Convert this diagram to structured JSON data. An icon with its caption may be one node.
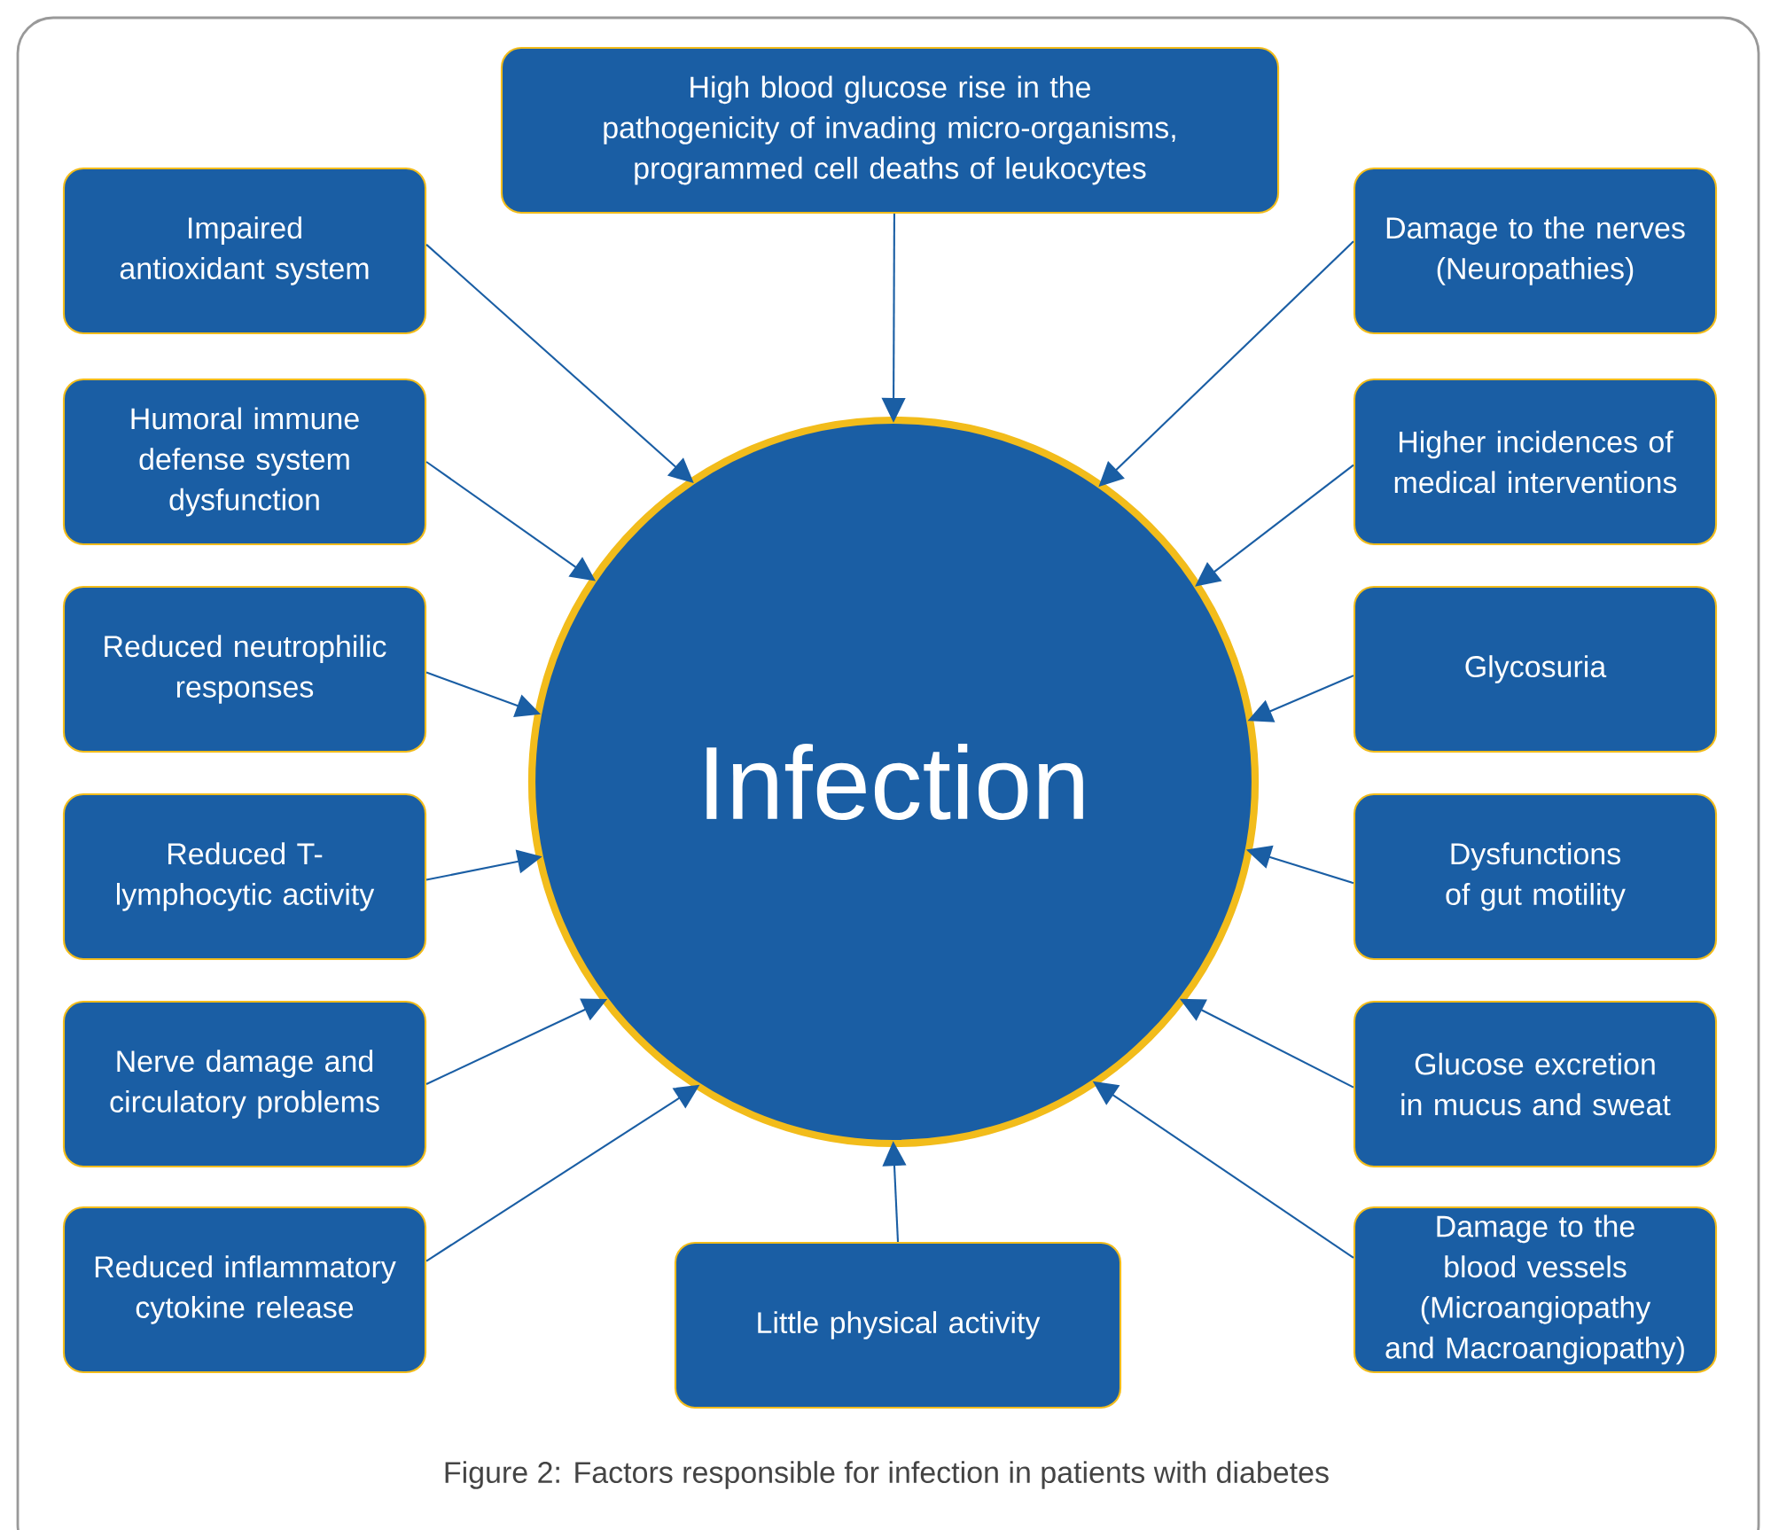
{
  "diagram": {
    "caption": "Figure 2: Factors responsible for infection in patients with diabetes",
    "nodes": [
      {
        "text": [
          "High blood glucose rise in the pathogenicity of invading micro-organisms, programmed cell deaths of leukocytes"
        ]
      },
      {
        "text": [
          "Impaired antioxidant system"
        ]
      },
      {
        "text": [
          "Damage to the nerves (Neuropathies)"
        ]
      },
      {
        "text": [
          "Humoral immune defense system dysfunction"
        ]
      },
      {
        "text": [
          "Higher incidences of medical interventions"
        ]
      },
      {
        "text": [
          "Reduced neutrophilic responses"
        ]
      },
      {
        "text": [
          "Infection"
        ]
      },
      {
        "text": [
          "Glycosuria"
        ]
      },
      {
        "text": [
          "Reduced T-lymphocytic activity"
        ]
      },
      {
        "text": [
          "Dysfunctions of gut motility"
        ]
      },
      {
        "text": [
          "Nerve damage and circulatory problems"
        ]
      },
      {
        "text": [
          "Glucose excretion in mucus and sweat"
        ]
      },
      {
        "text": [
          "Reduced inflammatory cytokine release"
        ]
      },
      {
        "text": [
          "Little physical activity"
        ]
      },
      {
        "text": [
          "Damage to the blood vessels (Microangiopathy and Macroangiopathy)"
        ]
      }
    ],
    "edges": [
      {
        "from": 0,
        "to": 6,
        "arrow": "to"
      },
      {
        "from": 1,
        "to": 6,
        "arrow": "to"
      },
      {
        "from": 2,
        "to": 6,
        "arrow": "to"
      },
      {
        "from": 3,
        "to": 6,
        "arrow": "to"
      },
      {
        "from": 4,
        "to": 6,
        "arrow": "to"
      },
      {
        "from": 5,
        "to": 6,
        "arrow": "to"
      },
      {
        "from": 7,
        "to": 6,
        "arrow": "to"
      },
      {
        "from": 8,
        "to": 6,
        "arrow": "to"
      },
      {
        "from": 9,
        "to": 6,
        "arrow": "to"
      },
      {
        "from": 10,
        "to": 6,
        "arrow": "to"
      },
      {
        "from": 11,
        "to": 6,
        "arrow": "to"
      },
      {
        "from": 12,
        "to": 6,
        "arrow": "to"
      },
      {
        "from": 13,
        "to": 6,
        "arrow": "to"
      },
      {
        "from": 14,
        "to": 6,
        "arrow": "to"
      }
    ]
  }
}
